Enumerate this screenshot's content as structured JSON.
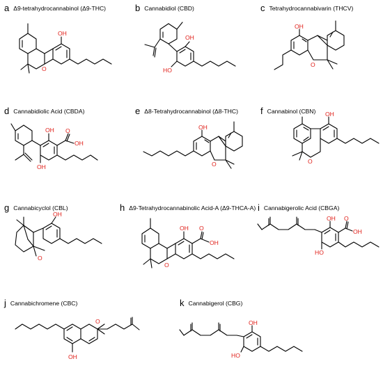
{
  "panels": [
    {
      "letter": "a",
      "name": "Δ9-tetrahydrocannabinol (Δ9-THC)"
    },
    {
      "letter": "b",
      "name": "Cannabidiol (CBD)"
    },
    {
      "letter": "c",
      "name": "Tetrahydrocannabivarin (THCV)"
    },
    {
      "letter": "d",
      "name": "Cannabidiolic Acid (CBDA)"
    },
    {
      "letter": "e",
      "name": "Δ8-Tetrahydrocannabinol (Δ8-THC)"
    },
    {
      "letter": "f",
      "name": "Cannabinol (CBN)"
    },
    {
      "letter": "g",
      "name": "Cannabicyclol (CBL)"
    },
    {
      "letter": "h",
      "name": "Δ9-Tetrahydrocannabinolic Acid-A (Δ9-THCA-A)"
    },
    {
      "letter": "i",
      "name": "Cannabigerolic Acid (CBGA)"
    },
    {
      "letter": "j",
      "name": "Cannabichromene (CBC)"
    },
    {
      "letter": "k",
      "name": "Cannabigerol (CBG)"
    }
  ],
  "atom_labels": {
    "hydroxyl": "OH",
    "hydroxyl_left": "HO",
    "oxygen": "O"
  },
  "colors": {
    "heteroatom": "#e0201a",
    "bond": "#000000",
    "background": "#ffffff"
  }
}
